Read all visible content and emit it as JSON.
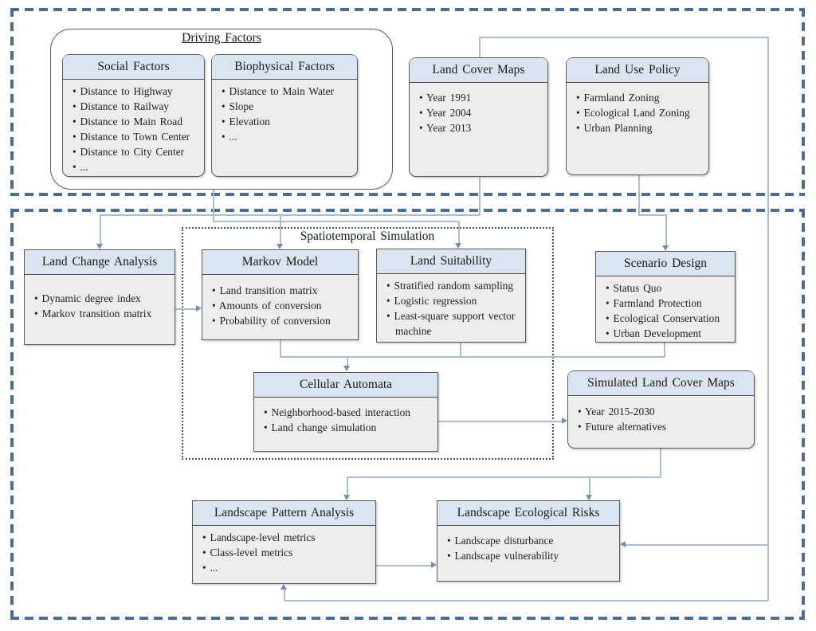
{
  "colors": {
    "section_dash_border": "#4c6c90",
    "box_border": "#595959",
    "box_header_fill": "#dbe5f1",
    "box_body_fill": "#eeedeb",
    "connector_line": "#a9bdd3",
    "arrowhead": "#6d8eb5",
    "dotted_group_border": "#44546a"
  },
  "labels": {
    "driving_factors": "Driving Factors",
    "spatiotemporal_simulation": "Spatiotemporal Simulation"
  },
  "boxes": {
    "social_factors": {
      "title": "Social Factors",
      "items": [
        "Distance to Highway",
        "Distance to Railway",
        "Distance to Main Road",
        "Distance to Town Center",
        "Distance to City Center",
        "..."
      ]
    },
    "biophysical_factors": {
      "title": "Biophysical Factors",
      "items": [
        "Distance to Main Water",
        "Slope",
        "Elevation",
        "..."
      ]
    },
    "land_cover_maps": {
      "title": "Land Cover Maps",
      "items": [
        "Year 1991",
        "Year 2004",
        "Year 2013"
      ]
    },
    "land_use_policy": {
      "title": "Land Use Policy",
      "items": [
        "Farmland Zoning",
        "Ecological Land Zoning",
        "Urban Planning"
      ]
    },
    "land_change_analysis": {
      "title": "Land Change Analysis",
      "items": [
        "Dynamic degree index",
        "Markov transition matrix"
      ]
    },
    "markov_model": {
      "title": "Markov Model",
      "items": [
        "Land transition matrix",
        "Amounts of conversion",
        "Probability of conversion"
      ]
    },
    "land_suitability": {
      "title": "Land Suitability",
      "items": [
        "Stratified random sampling",
        "Logistic regression",
        "Least-square support vector machine"
      ]
    },
    "scenario_design": {
      "title": "Scenario Design",
      "items": [
        "Status Quo",
        "Farmland Protection",
        "Ecological Conservation",
        "Urban Development"
      ]
    },
    "cellular_automata": {
      "title": "Cellular Automata",
      "items": [
        "Neighborhood-based interaction",
        "Land change simulation"
      ]
    },
    "simulated_land_cover_maps": {
      "title": "Simulated Land Cover Maps",
      "items": [
        "Year 2015-2030",
        "Future alternatives"
      ]
    },
    "landscape_pattern_analysis": {
      "title": "Landscape Pattern Analysis",
      "items": [
        "Landscape-level metrics",
        "Class-level metrics",
        "..."
      ]
    },
    "landscape_ecological_risks": {
      "title": "Landscape Ecological Risks",
      "items": [
        "Landscape disturbance",
        "Landscape vulnerability"
      ]
    }
  }
}
